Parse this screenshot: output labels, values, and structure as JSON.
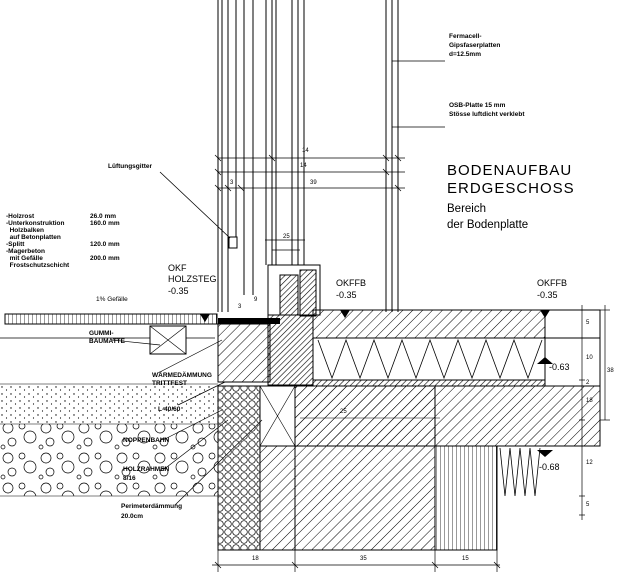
{
  "title": {
    "line1": "BODENAUFBAU",
    "line2": "ERDGESCHOSS",
    "line3": "Bereich",
    "line4": "der Bodenplatte"
  },
  "notes": {
    "fermacell_1": "Fermacell-",
    "fermacell_2": "Gipsfaserplatten",
    "fermacell_3": "d=12.5mm",
    "osb_1": "OSB-Platte 15 mm",
    "osb_2": "Stösse luftdicht verklebt",
    "lueftung": "Lüftungsgitter"
  },
  "layers": [
    {
      "name": "-Holzrost",
      "value": "26.0 mm"
    },
    {
      "name": "-Unterkonstruktion",
      "value": "160.0 mm"
    },
    {
      "name": "  Holzbalken",
      "value": ""
    },
    {
      "name": "  auf Betonplatten",
      "value": ""
    },
    {
      "name": "-Splitt",
      "value": "120.0 mm"
    },
    {
      "name": "-Magerbeton",
      "value": ""
    },
    {
      "name": "  mit Gefälle",
      "value": "200.0 mm"
    },
    {
      "name": "  Frostschutzschicht",
      "value": ""
    }
  ],
  "slope": "1% Gefälle",
  "levels": {
    "okf_1": "OKF",
    "okf_2": "HOLZSTEG",
    "okf_3": "-0.35",
    "okffb1_1": "OKFFB",
    "okffb1_2": "-0.35",
    "okffb2_1": "OKFFB",
    "okffb2_2": "-0.35",
    "lvl_063": "-0.63",
    "lvl_068": "-0.68"
  },
  "labels": {
    "gummi_1": "GUMMI-",
    "gummi_2": "BAUMATTE",
    "waermed_1": "WÄRMEDÄMMUNG",
    "waermed_2": "TRITTFEST",
    "winkel": "L-40/60",
    "noppen": "NOPPENBAHN",
    "holzr_1": "HOLZRAHMEN",
    "holzr_2": "8/16",
    "perim_1": "Perimeterdämmung",
    "perim_2": "20.0cm"
  },
  "dims": {
    "top_14a": "14",
    "top_14b": "14",
    "top_3": "3",
    "top_39": "39",
    "mid_25": "25",
    "mid_9": "9",
    "mid_3": "3",
    "bottom_18": "18",
    "bottom_35": "35",
    "bottom_15": "15",
    "right_5a": "5",
    "right_10": "10",
    "right_2": "2",
    "right_38": "38",
    "right_18": "18",
    "right_12": "12",
    "right_5b": "5",
    "center_25": "25"
  }
}
